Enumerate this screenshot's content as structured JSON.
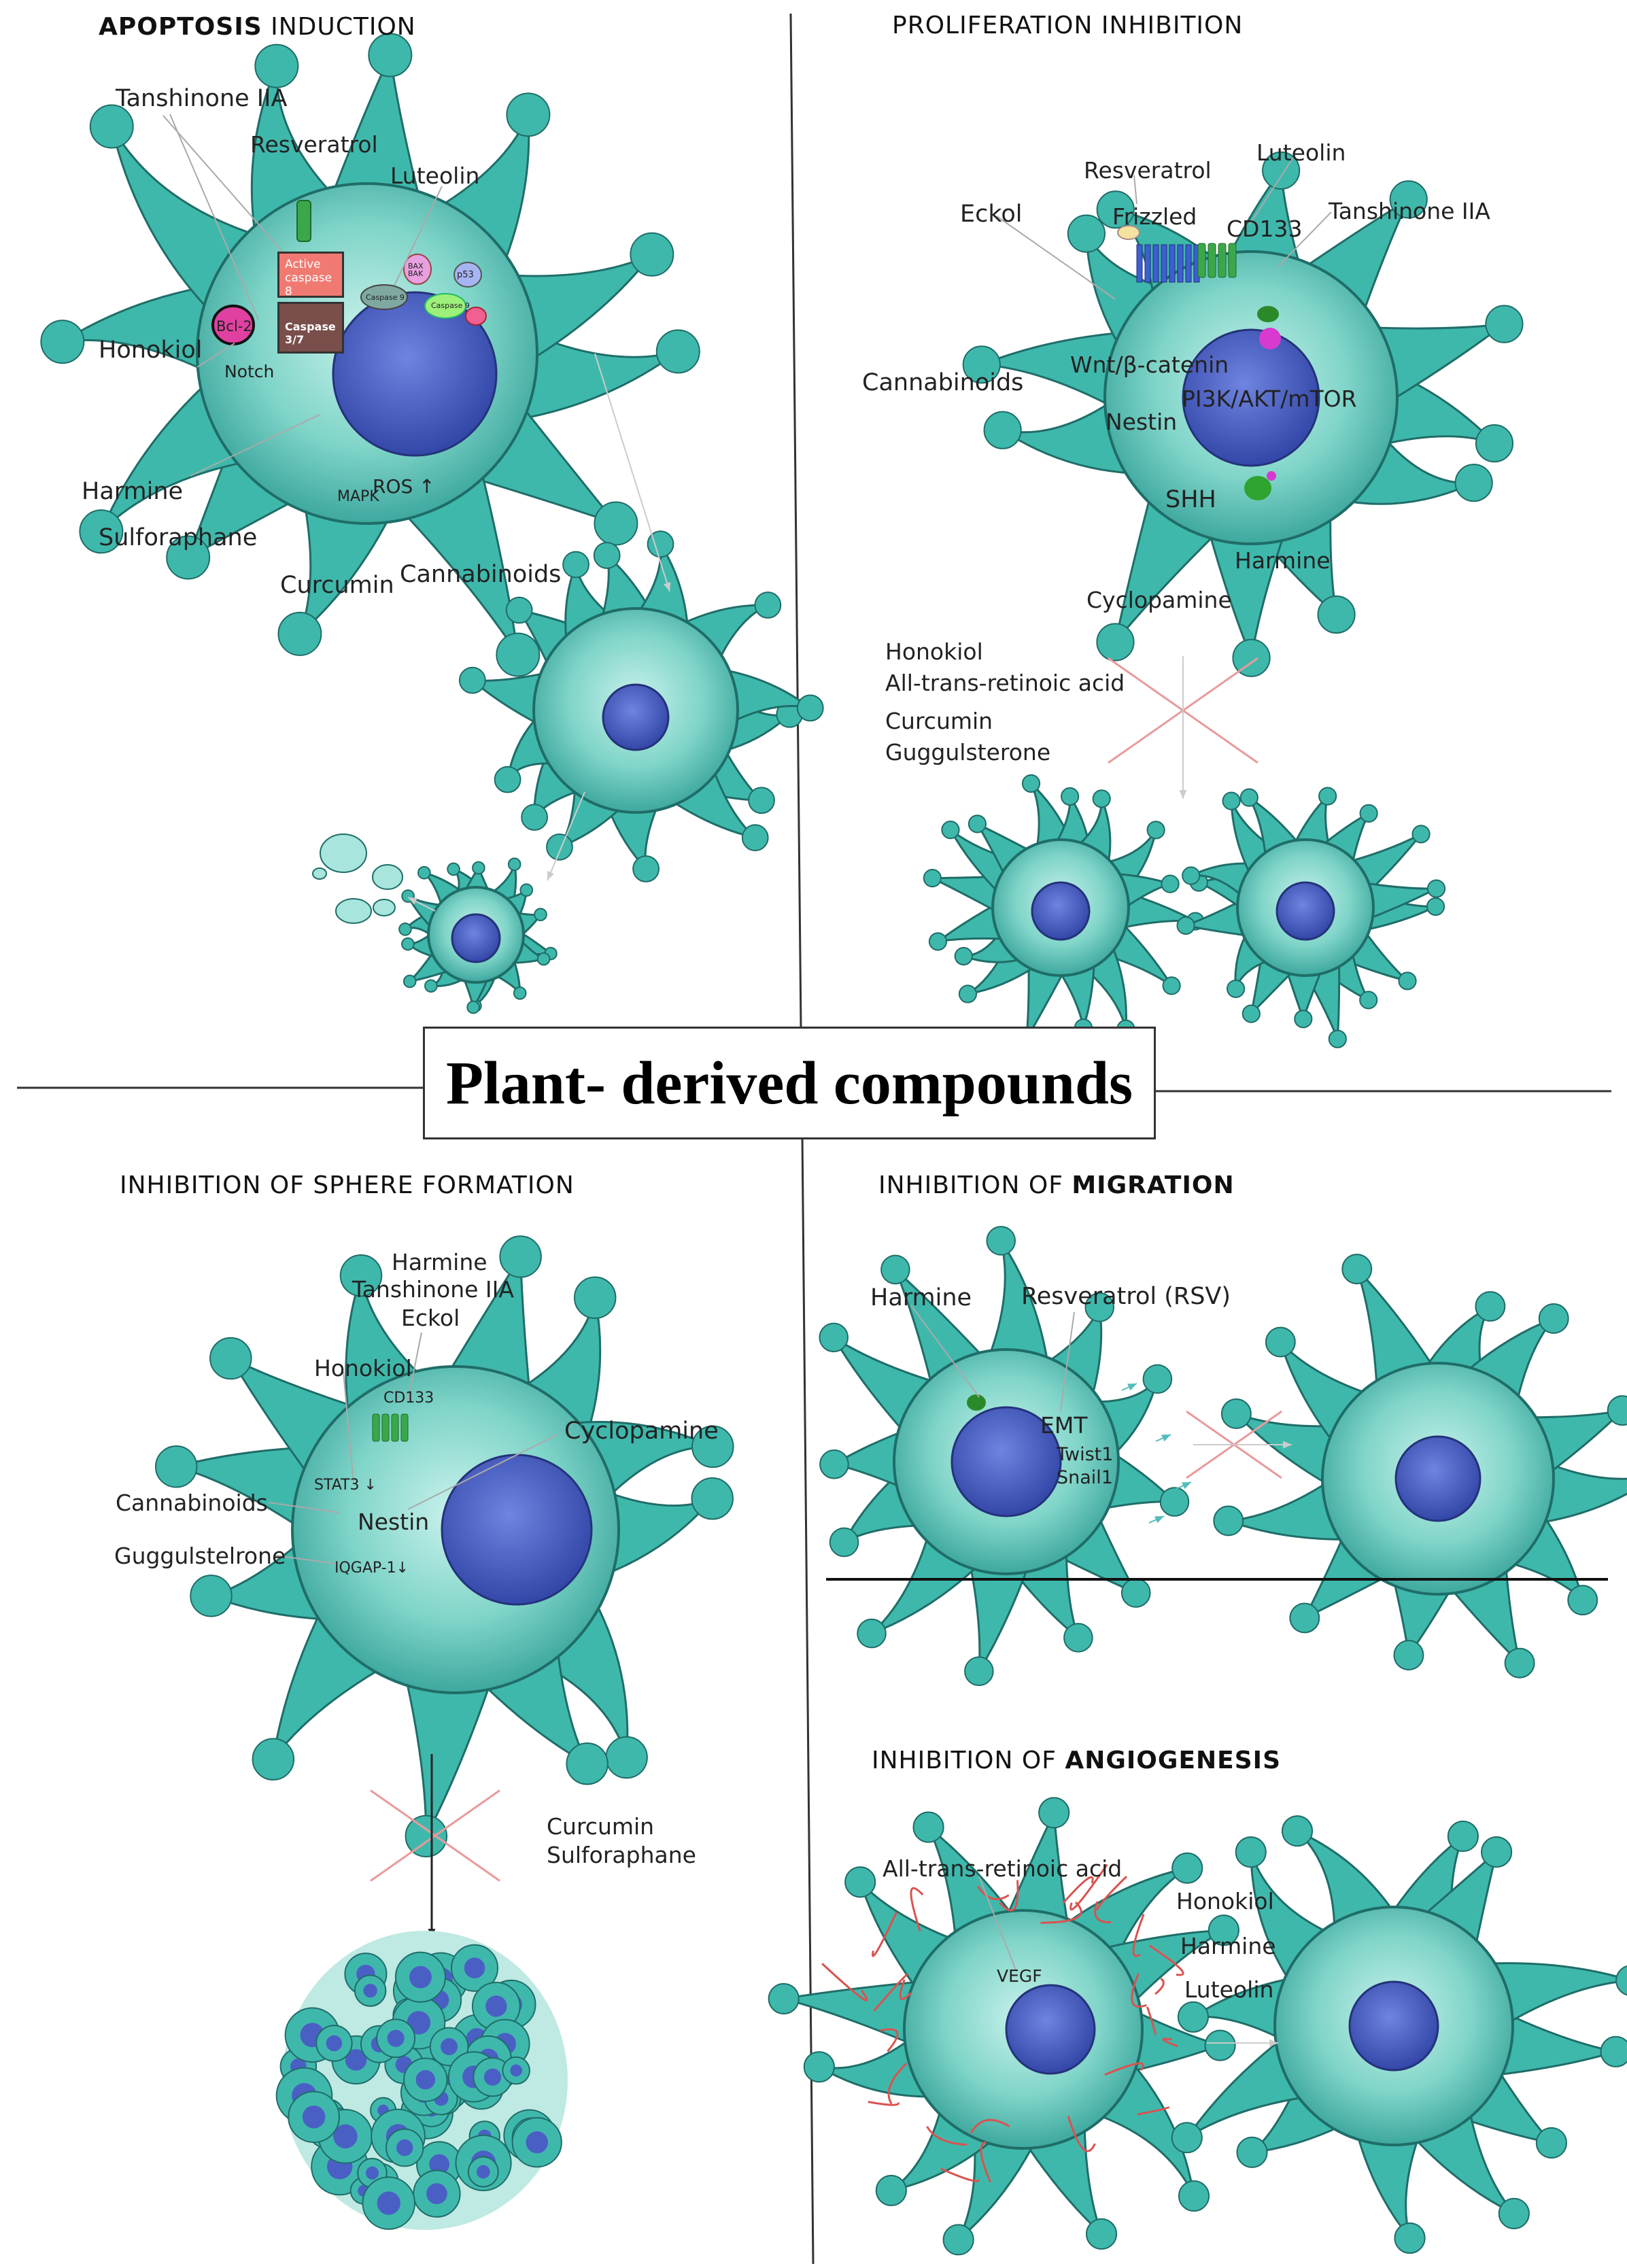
{
  "title": "Plant- derived compounds",
  "colors": {
    "cell_fill": "#3fb8ac",
    "cell_light": "#a8e6dd",
    "cell_edge": "#1f6d68",
    "nucleus": "#4a5fc4",
    "receptor": "#3aa84a",
    "cross": "#e99a9a",
    "vessel": "#d9534f"
  },
  "panels": {
    "apoptosis": {
      "heading_bold": "APOPTOSIS",
      "heading_rest": " INDUCTION",
      "labels": {
        "tanshinone": "Tanshinone IIA",
        "resveratrol": "Resveratrol",
        "luteolin": "Luteolin",
        "honokiol": "Honokiol",
        "notch": "Notch",
        "harmine": "Harmine",
        "sulforaphane": "Sulforaphane",
        "curcumin": "Curcumin",
        "cannabinoids": "Cannabinoids",
        "ros": "ROS",
        "mapk": "MAPK",
        "bcl2": "Bcl-2",
        "active_casp8": "Active caspase 8",
        "casp37": "Caspase 3/7",
        "casp9a": "Caspase 9",
        "bax": "BAX BAK",
        "p53": "p53",
        "casp9b": "Caspase 9"
      }
    },
    "proliferation": {
      "heading": "PROLIFERATION INHIBITION",
      "labels": {
        "resveratrol": "Resveratrol",
        "luteolin": "Luteolin",
        "eckol": "Eckol",
        "frizzled": "Frizzled",
        "cd133": "CD133",
        "tanshinone": "Tanshinone IIA",
        "cannabinoids": "Cannabinoids",
        "wnt": "Wnt/β-catenin",
        "pi3k": "PI3K/AKT/mTOR",
        "nestin": "Nestin",
        "shh": "SHH",
        "harmine": "Harmine",
        "cyclopamine": "Cyclopamine",
        "honokiol": "Honokiol",
        "atra": "All-trans-retinoic acid",
        "curcumin": "Curcumin",
        "guggulsterone": "Guggulsterone"
      }
    },
    "sphere": {
      "heading": "INHIBITION OF SPHERE FORMATION",
      "labels": {
        "harmine": "Harmine",
        "tanshinone": "Tanshinone IIA",
        "eckol": "Eckol",
        "honokiol": "Honokiol",
        "cd133": "CD133",
        "cyclopamine": "Cyclopamine",
        "stat3": "STAT3",
        "cannabinoids": "Cannabinoids",
        "nestin": "Nestin",
        "guggulsterone": "Guggulstelrone",
        "iqgap": "IQGAP-1",
        "curcumin": "Curcumin",
        "sulforaphane": "Sulforaphane"
      }
    },
    "migration": {
      "heading_rest": "INHIBITION OF ",
      "heading_bold": "MIGRATION",
      "labels": {
        "harmine": "Harmine",
        "resveratrol": "Resveratrol",
        "rsv": " (RSV)",
        "emt": "EMT",
        "twist": "Twist1",
        "snail": "Snail1"
      }
    },
    "angiogenesis": {
      "heading_rest": "INHIBITION OF ",
      "heading_bold": "ANGIOGENESIS",
      "labels": {
        "atra": "All-trans-retinoic acid",
        "vegf": "VEGF",
        "honokiol": "Honokiol",
        "harmine": "Harmine",
        "luteolin": "Luteolin"
      }
    }
  }
}
